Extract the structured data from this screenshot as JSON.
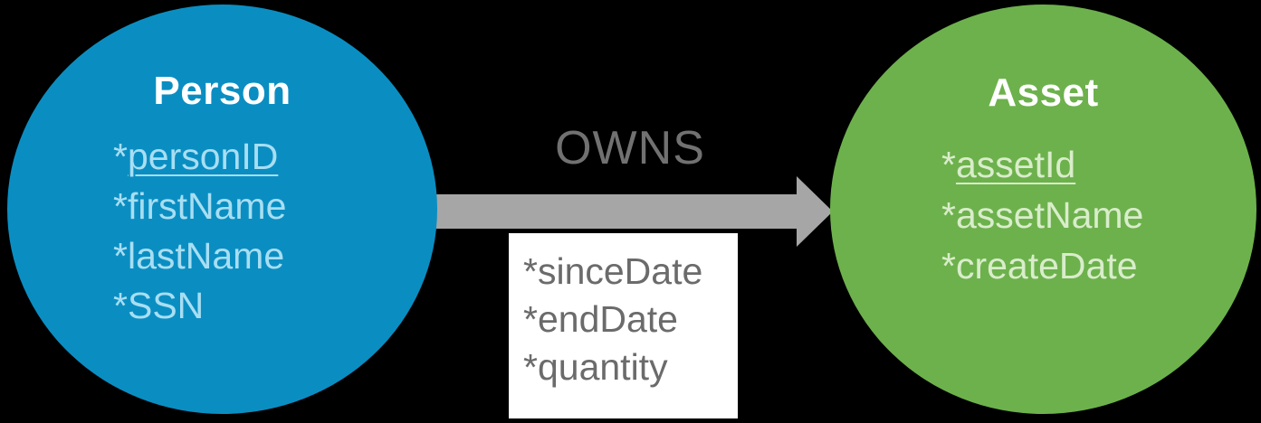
{
  "background_color": "#000000",
  "nodes": [
    {
      "label": "Person",
      "fill_color": "#0A8EC2",
      "label_color": "#FFFFFF",
      "property_text_color": "#A8DEF2",
      "properties": [
        {
          "prefix": "*",
          "name": "personID",
          "underlined": true
        },
        {
          "prefix": "*",
          "name": "firstName",
          "underlined": false
        },
        {
          "prefix": "*",
          "name": "lastName",
          "underlined": false
        },
        {
          "prefix": "*",
          "name": "SSN",
          "underlined": false
        }
      ]
    },
    {
      "label": "Asset",
      "fill_color": "#6DB14C",
      "label_color": "#FFFFFF",
      "property_text_color": "#D9EDCB",
      "properties": [
        {
          "prefix": "*",
          "name": "assetId",
          "underlined": true
        },
        {
          "prefix": "*",
          "name": "assetName",
          "underlined": false
        },
        {
          "prefix": "*",
          "name": "createDate",
          "underlined": false
        }
      ]
    }
  ],
  "relationship": {
    "label": "OWNS",
    "label_color": "#717171",
    "arrow_color": "#A6A6A6",
    "direction": "person-to-asset",
    "properties_box": {
      "background_color": "#FFFFFF",
      "text_color": "#6B6B6B",
      "properties": [
        {
          "prefix": "*",
          "name": "sinceDate"
        },
        {
          "prefix": "*",
          "name": "endDate"
        },
        {
          "prefix": "*",
          "name": "quantity"
        }
      ]
    }
  }
}
